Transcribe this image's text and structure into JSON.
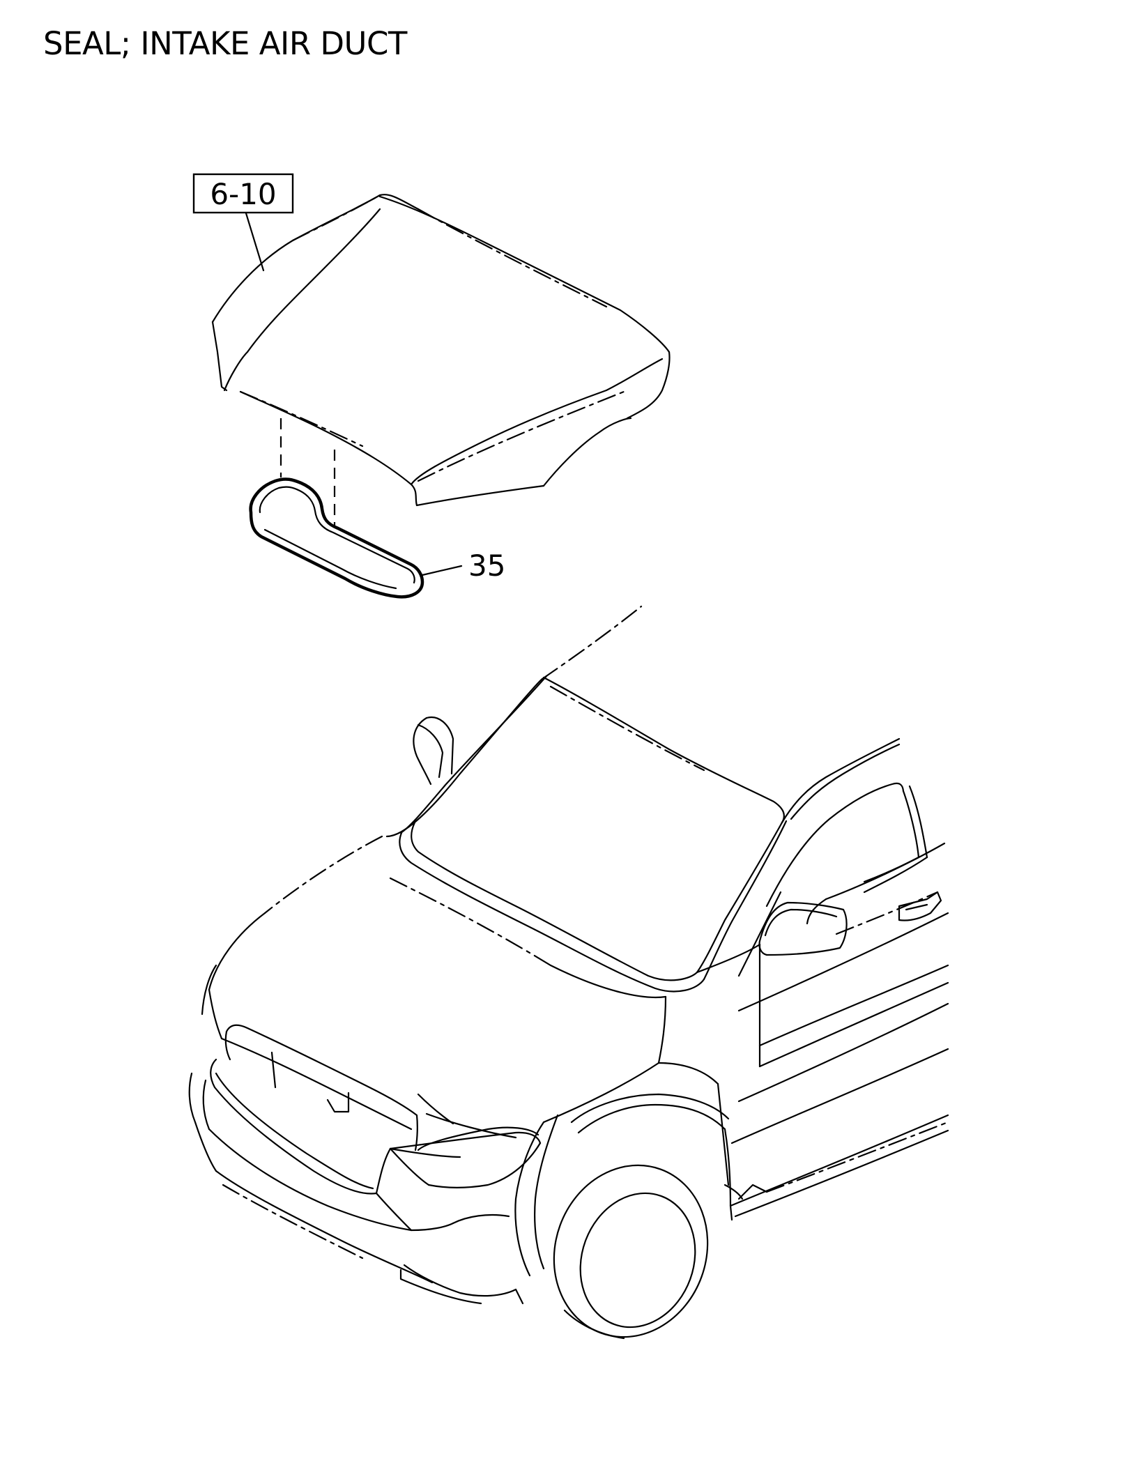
{
  "title": "SEAL; INTAKE AIR DUCT",
  "reference": {
    "label": "6-10"
  },
  "callout": {
    "label": "35"
  },
  "colors": {
    "line": "#000000",
    "background": "#ffffff"
  }
}
